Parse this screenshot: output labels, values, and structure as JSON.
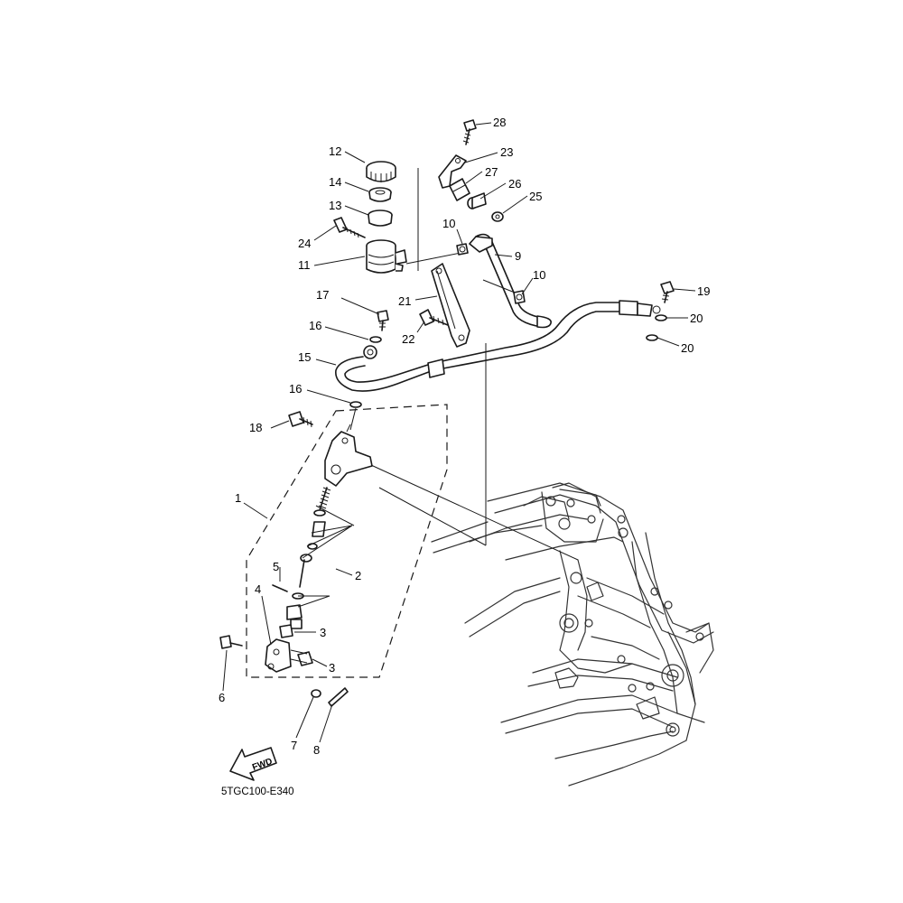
{
  "diagram": {
    "code": "5TGC100-E340",
    "fwd_label": "FWD"
  },
  "callouts": {
    "c1": "1",
    "c2": "2",
    "c3a": "3",
    "c3b": "3",
    "c4": "4",
    "c5": "5",
    "c6": "6",
    "c7": "7",
    "c8": "8",
    "c9": "9",
    "c10a": "10",
    "c10b": "10",
    "c11": "11",
    "c12": "12",
    "c13": "13",
    "c14": "14",
    "c15": "15",
    "c16a": "16",
    "c16b": "16",
    "c17": "17",
    "c18": "18",
    "c19": "19",
    "c20a": "20",
    "c20b": "20",
    "c21": "21",
    "c22": "22",
    "c23": "23",
    "c24": "24",
    "c25": "25",
    "c26": "26",
    "c27": "27",
    "c28": "28"
  }
}
